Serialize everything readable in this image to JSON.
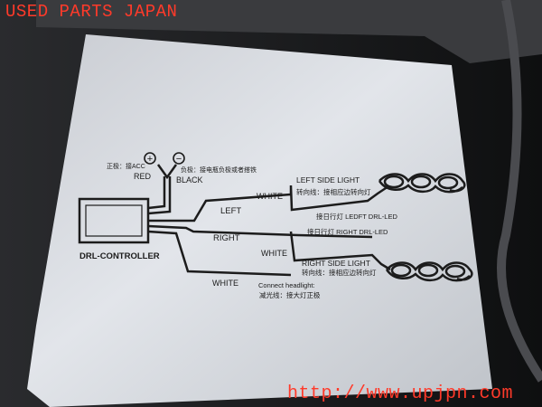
{
  "watermark": {
    "top": "USED PARTS JAPAN",
    "bottom": "http://www.upjpn.com"
  },
  "diagram": {
    "power_note": "正极：接ACC",
    "ground_note": "负极：接电瓶负极或者搭铁",
    "red_label": "RED",
    "black_label": "BLACK",
    "plus_symbol": "+",
    "minus_symbol": "−",
    "controller_label": "DRL-CONTROLLER",
    "left_label": "LEFT",
    "right_label": "RIGHT",
    "white_label_1": "WHITE",
    "white_label_2": "WHITE",
    "white_label_3": "WHITE",
    "left_side_light": "LEFT SIDE LIGHT",
    "left_turn_cn": "转向线：接相应边转向灯",
    "left_drl": "接日行灯 LEDFT DRL-LED",
    "right_drl": "接日行灯 RIGHT DRL-LED",
    "right_side_light": "RIGHT SIDE LIGHT",
    "right_turn_cn": "转向线：接相应边转向灯",
    "connect_headlight": "Connect headlight:",
    "headlight_cn": "减光线：接大灯正极"
  },
  "colors": {
    "watermark": "#ff3a2a",
    "sheet": "#d6d9de",
    "wire": "#1c1c1c"
  }
}
